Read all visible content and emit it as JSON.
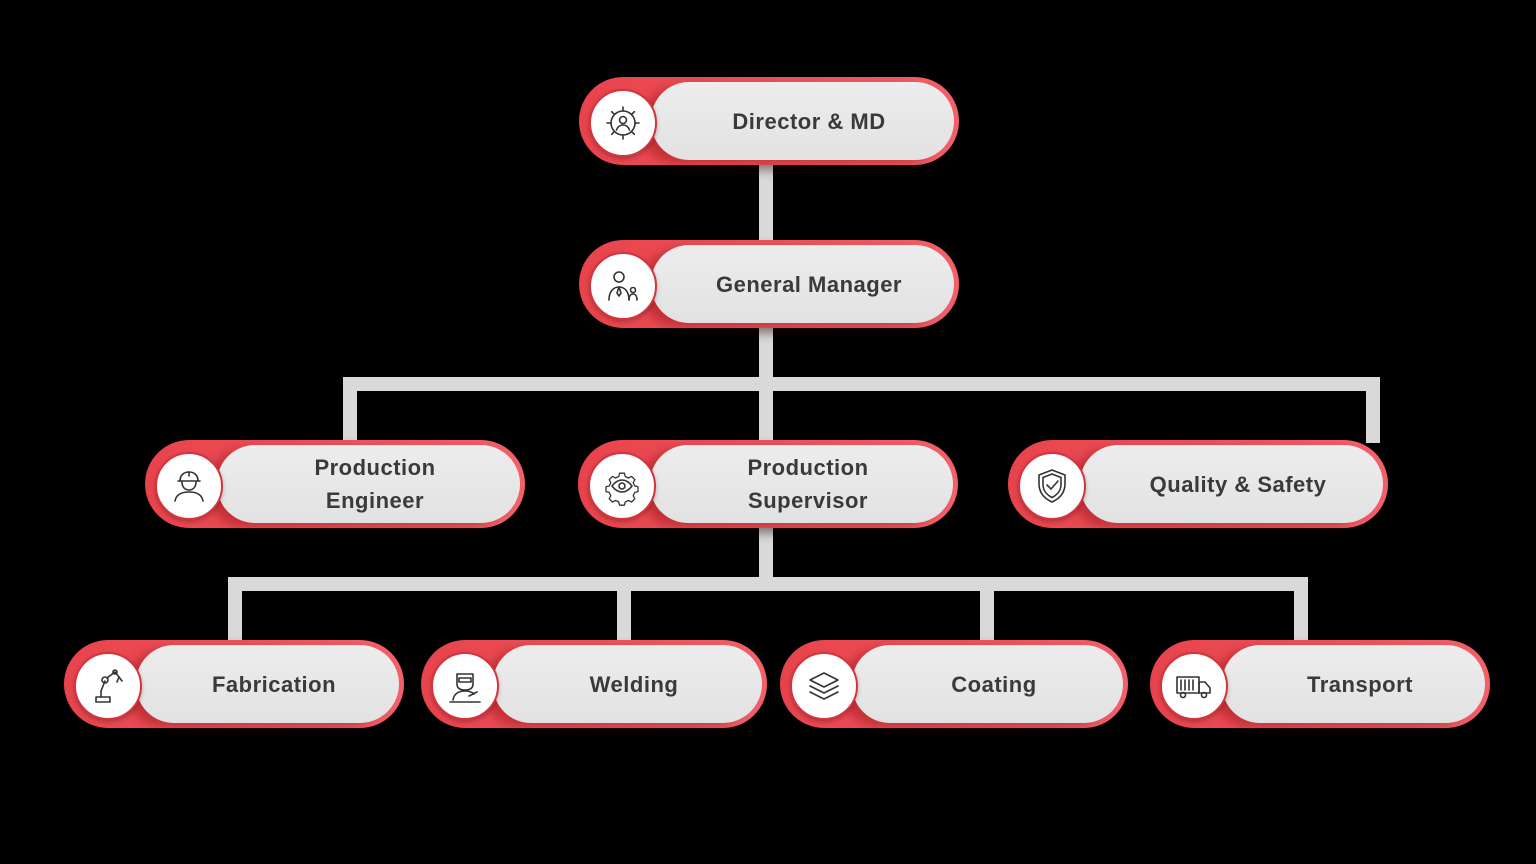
{
  "diagram": {
    "nodes": [
      {
        "id": "director",
        "label_lines": [
          "Director & MD"
        ],
        "icon": "gear-person-icon"
      },
      {
        "id": "general-manager",
        "label_lines": [
          "General Manager"
        ],
        "icon": "manager-team-icon"
      },
      {
        "id": "production-engineer",
        "label_lines": [
          "Production",
          "Engineer"
        ],
        "icon": "hard-hat-worker-icon"
      },
      {
        "id": "production-supervisor",
        "label_lines": [
          "Production",
          "Supervisor"
        ],
        "icon": "gear-eye-icon"
      },
      {
        "id": "quality-safety",
        "label_lines": [
          "Quality & Safety"
        ],
        "icon": "shield-check-icon"
      },
      {
        "id": "fabrication",
        "label_lines": [
          "Fabrication"
        ],
        "icon": "robot-arm-icon"
      },
      {
        "id": "welding",
        "label_lines": [
          "Welding"
        ],
        "icon": "welder-icon"
      },
      {
        "id": "coating",
        "label_lines": [
          "Coating"
        ],
        "icon": "layers-icon"
      },
      {
        "id": "transport",
        "label_lines": [
          "Transport"
        ],
        "icon": "truck-icon"
      }
    ],
    "edges": [
      [
        "director",
        "general-manager"
      ],
      [
        "general-manager",
        "production-engineer"
      ],
      [
        "general-manager",
        "production-supervisor"
      ],
      [
        "general-manager",
        "quality-safety"
      ],
      [
        "production-supervisor",
        "fabrication"
      ],
      [
        "production-supervisor",
        "welding"
      ],
      [
        "production-supervisor",
        "coating"
      ],
      [
        "production-supervisor",
        "transport"
      ]
    ],
    "colors": {
      "accent": "#e8434c",
      "pill_inner": "#e6e6e6",
      "connector": "#d9d9d9",
      "text": "#3a3a3a",
      "background": "#000000"
    }
  }
}
